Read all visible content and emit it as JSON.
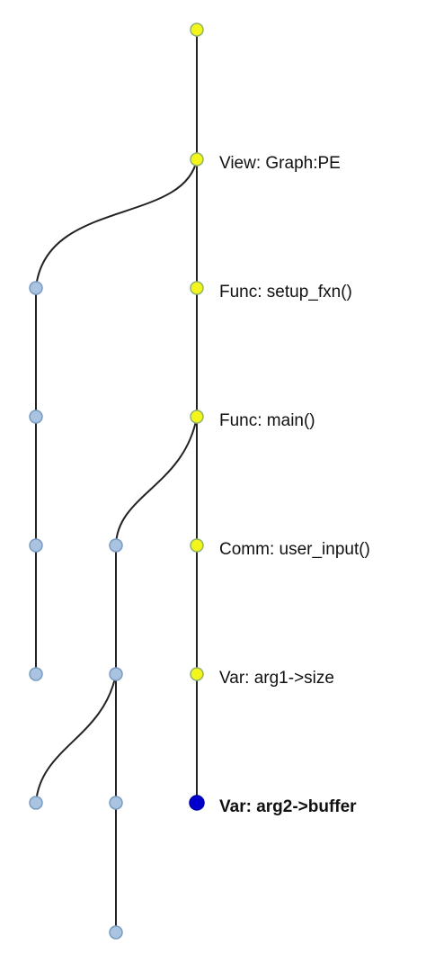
{
  "diagram": {
    "labels": {
      "view": "View: Graph:PE",
      "setup": "Func: setup_fxn()",
      "main": "Func: main()",
      "comm": "Comm: user_input()",
      "arg1": "Var: arg1->size",
      "arg2": "Var: arg2->buffer"
    },
    "colors": {
      "yellow_node": "#f5f51e",
      "light_blue_node": "#a9c3e0",
      "dark_blue_node": "#0000cc",
      "edge": "#222222"
    }
  }
}
